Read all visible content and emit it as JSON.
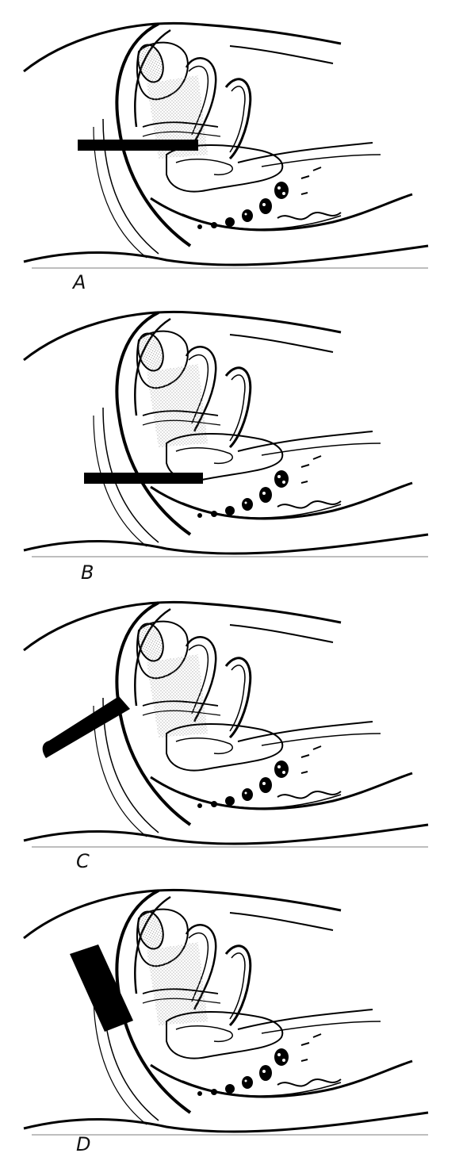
{
  "panels": [
    {
      "label": "A",
      "probe": "horizontal-bar-high"
    },
    {
      "label": "B",
      "probe": "horizontal-bar-low"
    },
    {
      "label": "C",
      "probe": "wedge-angled"
    },
    {
      "label": "D",
      "probe": "block-vertical"
    }
  ],
  "colors": {
    "ink": "#000000",
    "stipple": "#9a9a9a",
    "paper": "#ffffff"
  }
}
